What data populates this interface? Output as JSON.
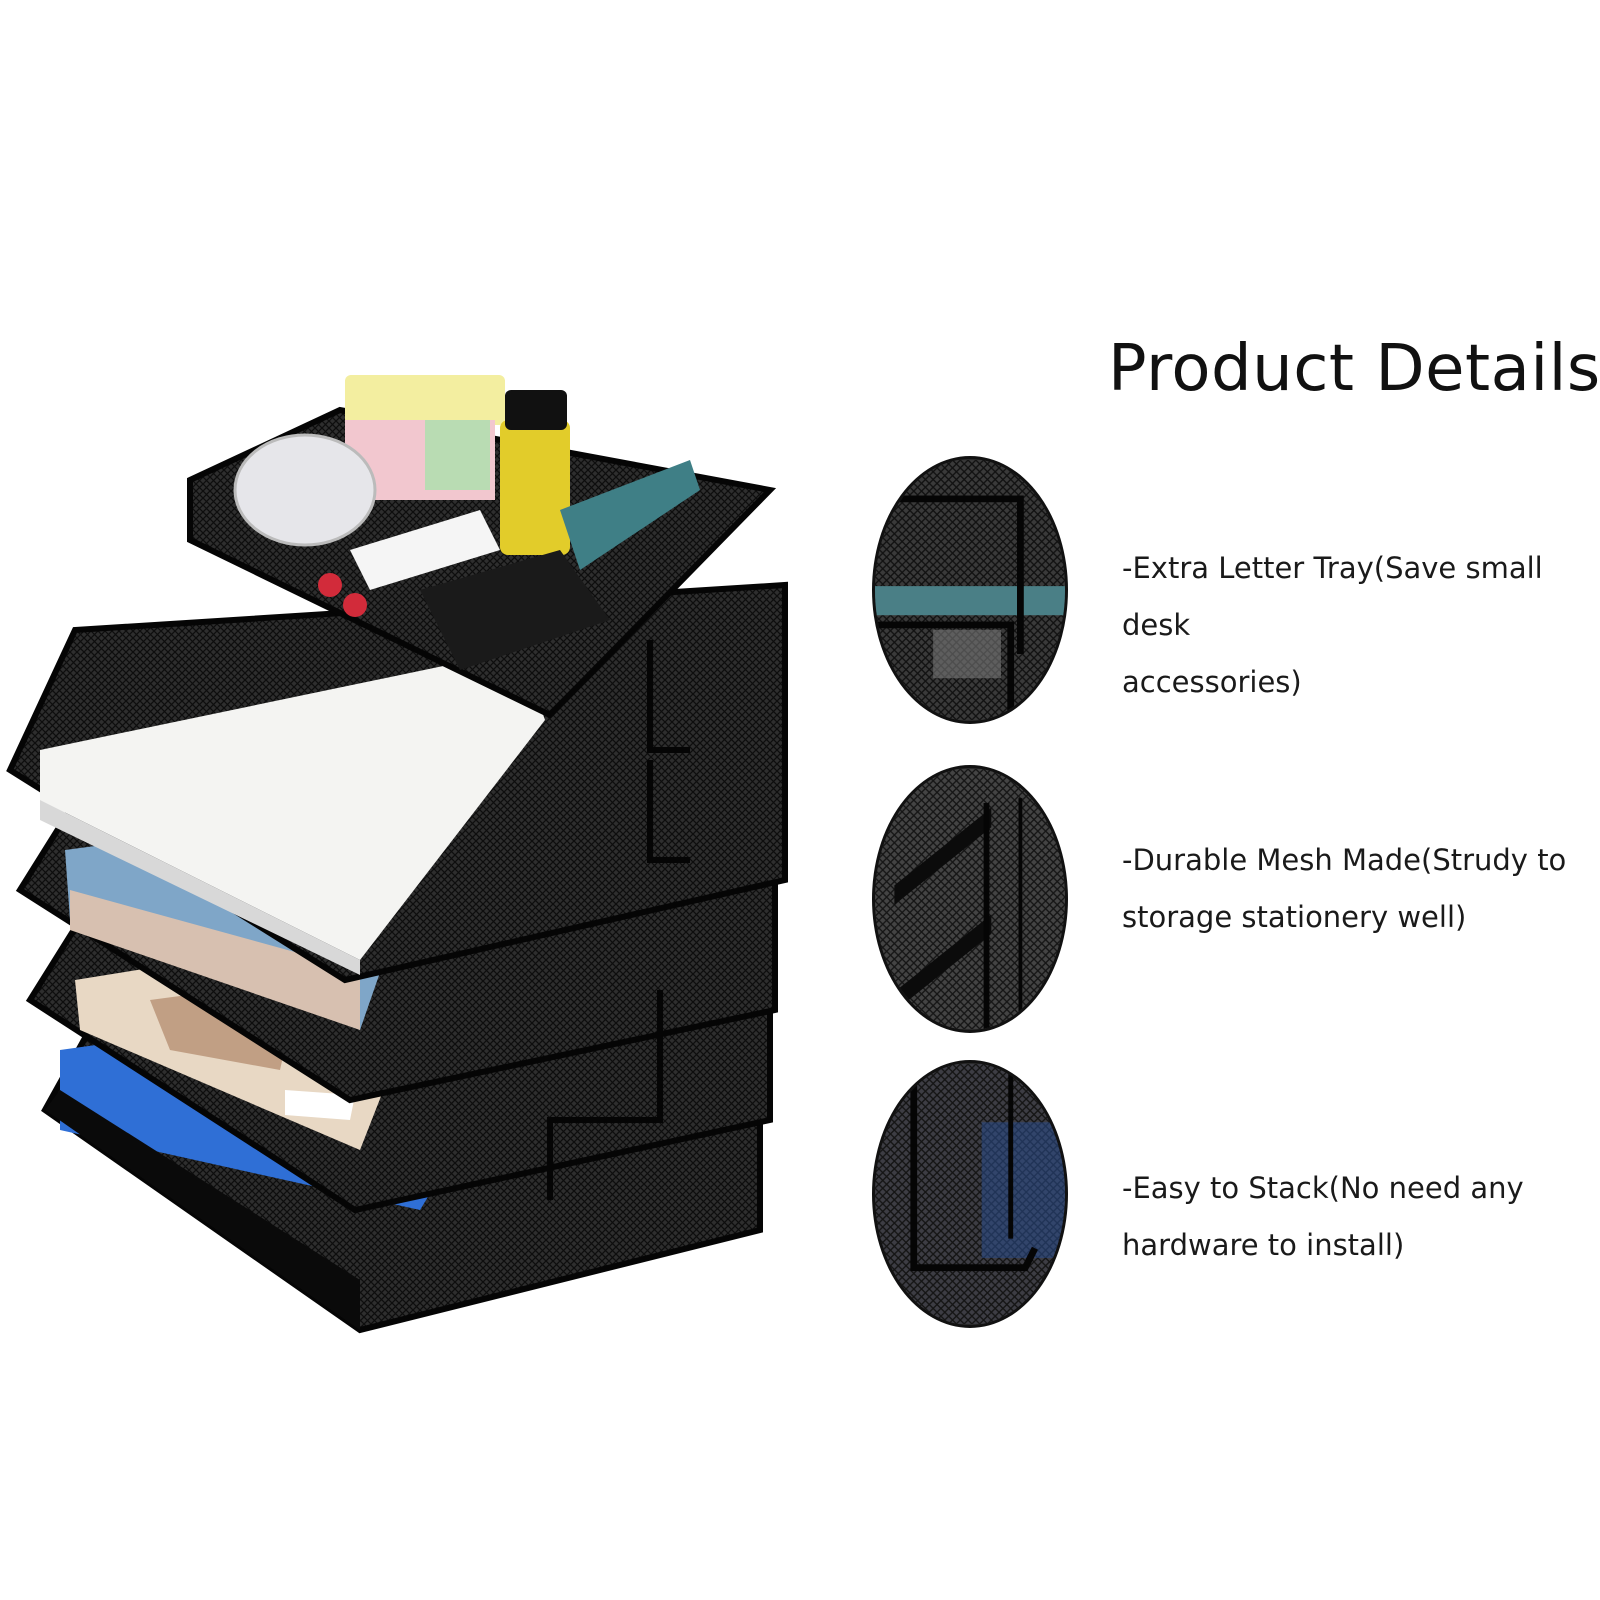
{
  "heading": "Product Details",
  "features": [
    {
      "line1": "-Extra Letter Tray(Save small desk",
      "line2": "accessories)"
    },
    {
      "line1": "-Durable Mesh Made(Strudy to",
      "line2": "storage stationery well)"
    },
    {
      "line1": "-Easy to Stack(No need any",
      "line2": "hardware to install)"
    }
  ],
  "colors": {
    "mesh": "#1c1c1c",
    "frame": "#0a0a0a",
    "paper": "#f4f4f2",
    "folder_blue": "#2f6fd6",
    "sticky_yellow": "#f3eea0",
    "sticky_pink": "#f2c7cf",
    "sticky_green": "#b9dcb3",
    "bottle_yellow": "#e2cc2a",
    "stapler_teal": "#3f7f86"
  },
  "icons": [
    "mesh-tray-stack",
    "zoom-circle-tray-top",
    "zoom-circle-mesh",
    "zoom-circle-handle"
  ]
}
